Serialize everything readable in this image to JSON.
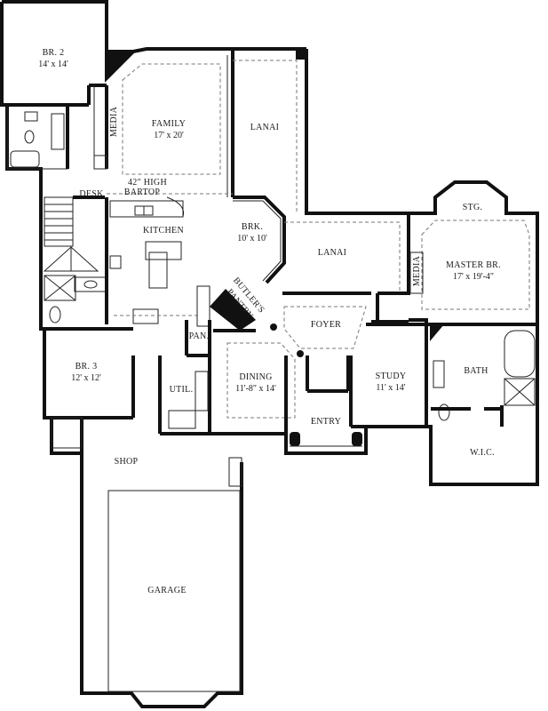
{
  "rooms": {
    "br2": {
      "name": "BR. 2",
      "dims": "14' x 14'"
    },
    "family": {
      "name": "FAMILY",
      "dims": "17' x 20'"
    },
    "lanai_top": {
      "name": "LANAI"
    },
    "media_left": {
      "name": "MEDIA"
    },
    "desk": {
      "name": "DESK"
    },
    "bartop": {
      "line1": "42\" HIGH",
      "line2": "BARTOP"
    },
    "stg": {
      "name": "STG."
    },
    "kitchen": {
      "name": "KITCHEN"
    },
    "brk": {
      "name": "BRK.",
      "dims": "10' x 10'"
    },
    "lanai_mid": {
      "name": "LANAI"
    },
    "media_right": {
      "name": "MEDIA"
    },
    "master": {
      "name": "MASTER BR.",
      "dims": "17' x 19'-4\""
    },
    "butlers": {
      "line1": "BUTLER'S",
      "line2": "PANTRY"
    },
    "foyer": {
      "name": "FOYER"
    },
    "pan": {
      "name": "PAN."
    },
    "bath": {
      "name": "BATH"
    },
    "br3": {
      "name": "BR. 3",
      "dims": "12' x 12'"
    },
    "dining": {
      "name": "DINING",
      "dims": "11'-8\" x 14'"
    },
    "study": {
      "name": "STUDY",
      "dims": "11' x 14'"
    },
    "util": {
      "name": "UTIL."
    },
    "entry": {
      "name": "ENTRY"
    },
    "wic": {
      "name": "W.I.C."
    },
    "shop": {
      "name": "SHOP"
    },
    "garage": {
      "name": "GARAGE"
    }
  }
}
